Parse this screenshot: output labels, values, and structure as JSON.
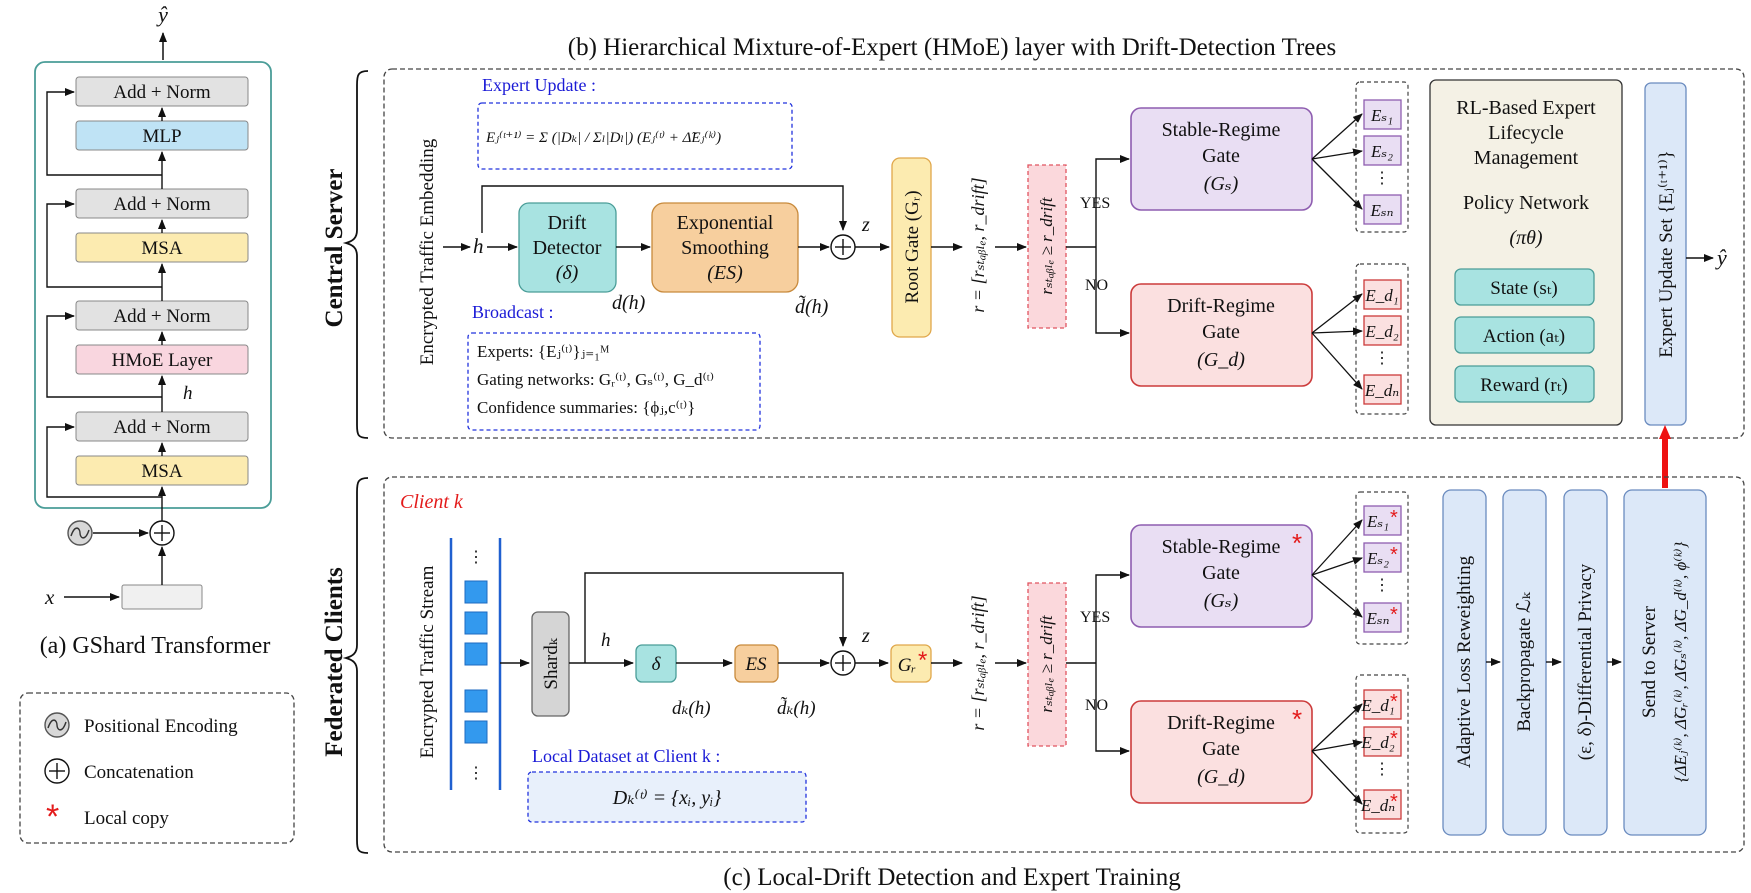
{
  "title_b": "(b) Hierarchical Mixture-of-Expert (HMoE) layer with Drift-Detection Trees",
  "title_c": "(c) Local-Drift Detection and Expert Training",
  "gshard": {
    "caption": "(a) GShard Transformer",
    "y_hat": "ŷ",
    "h": "h",
    "x": "x",
    "blocks": [
      "Add + Norm",
      "MLP",
      "Add + Norm",
      "MSA",
      "Add + Norm",
      "HMoE Layer",
      "Add + Norm",
      "MSA"
    ]
  },
  "legend": {
    "positional": "Positional Encoding",
    "concat": "Concatenation",
    "local": "Local copy"
  },
  "server": {
    "label": "Central Server",
    "expert_update_title": "Expert Update :",
    "expert_update_formula": "Eⱼ⁽ᵗ⁺¹⁾ = Σ (|Dₖ| / Σₗ|Dₗ|) (Eⱼ⁽ᵗ⁾ + Δ̃Eⱼ⁽ᵏ⁾)",
    "broadcast_title": "Broadcast :",
    "broadcast_lines": [
      "Experts: {Eⱼ⁽ᵗ⁾}ⱼ₌₁ᴹ",
      "Gating networks: Gᵣ⁽ᵗ⁾, Gₛ⁽ᵗ⁾, G_d⁽ᵗ⁾",
      "Confidence summaries: {ϕⱼ,c⁽ᵗ⁾}"
    ],
    "embedding": "Encrypted Traffic Embedding",
    "h": "h",
    "drift_detector": [
      "Drift",
      "Detector",
      "(δ)"
    ],
    "exp_smoothing": [
      "Exponential",
      "Smoothing",
      "(ES)"
    ],
    "d_h": "d(h)",
    "d_tilde_h": "d̃(h)",
    "z": "z",
    "root_gate": "Root Gate (Gᵣ)",
    "r_vec": "r = [rₛₜₐᵦₗₑ, r_drift]",
    "cond": "rₛₜₐᵦₗₑ ≥ r_drift",
    "yes": "YES",
    "no": "NO",
    "stable_gate": [
      "Stable-Regime",
      "Gate",
      "(Gₛ)"
    ],
    "drift_gate": [
      "Drift-Regime",
      "Gate",
      "(G_d)"
    ],
    "stable_experts": [
      "Eₛ₁",
      "Eₛ₂",
      "⋮",
      "Eₛₙ"
    ],
    "drift_experts": [
      "E_d₁",
      "E_d₂",
      "⋮",
      "E_dₙ"
    ],
    "rl_box": [
      "RL-Based Expert",
      "Lifecycle",
      "Management",
      "Policy Network",
      "(πθ)"
    ],
    "rl_buttons": [
      "State (sₜ)",
      "Action (aₜ)",
      "Reward (rₜ)"
    ],
    "update_set": "Expert Update Set {Eⱼ⁽ᵗ⁺¹⁾}",
    "y_hat": "ŷ"
  },
  "clients": {
    "label": "Federated Clients",
    "client_k": "Client k",
    "stream": "Encrypted Traffic Stream",
    "shard": "Shardₖ",
    "h": "h",
    "delta": "δ",
    "es": "ES",
    "dk": "dₖ(h)",
    "dk_tilde": "d̃ₖ(h)",
    "z": "z",
    "gr": "Gᵣ",
    "r_vec": "r = [rₛₜₐᵦₗₑ, r_drift]",
    "cond": "rₛₜₐᵦₗₑ ≥ r_drift",
    "yes": "YES",
    "no": "NO",
    "stable_gate": [
      "Stable-Regime",
      "Gate",
      "(Gₛ)"
    ],
    "drift_gate": [
      "Drift-Regime",
      "Gate",
      "(G_d)"
    ],
    "stable_experts": [
      "Eₛ₁",
      "Eₛ₂",
      "⋮",
      "Eₛₙ"
    ],
    "drift_experts": [
      "E_d₁",
      "E_d₂",
      "⋮",
      "E_dₙ"
    ],
    "local_dataset_title": "Local Dataset at Client k :",
    "local_dataset": "Dₖ⁽ᵗ⁾ = {xᵢ, yᵢ}",
    "steps": [
      "Adaptive Loss Reweighting",
      "Backpropagate ℒₖ",
      "(ε, δ)-Differential Privacy",
      "Send to Server"
    ],
    "send_detail": "{Δ̃Eⱼ⁽ᵏ⁾, Δ̃Gᵣ⁽ᵏ⁾, Δ̃Gₛ⁽ᵏ⁾, Δ̃G_d⁽ᵏ⁾, ϕ⁽ᵏ⁾}"
  },
  "colors": {
    "add_norm": "#e2e2e2",
    "mlp": "#bfe3f5",
    "msa": "#fcebb0",
    "hmoe": "#f9d6df",
    "teal": "#a8e3e1",
    "orange": "#f7cf9e",
    "purple": "#e9def3",
    "red_box": "#fbe0e0",
    "cream": "#f4f1e5",
    "light_blue": "#dce8f8",
    "accent_red": "#ee1111",
    "accent_blue": "#1a1ad6",
    "teal_border": "#4a9d98"
  }
}
